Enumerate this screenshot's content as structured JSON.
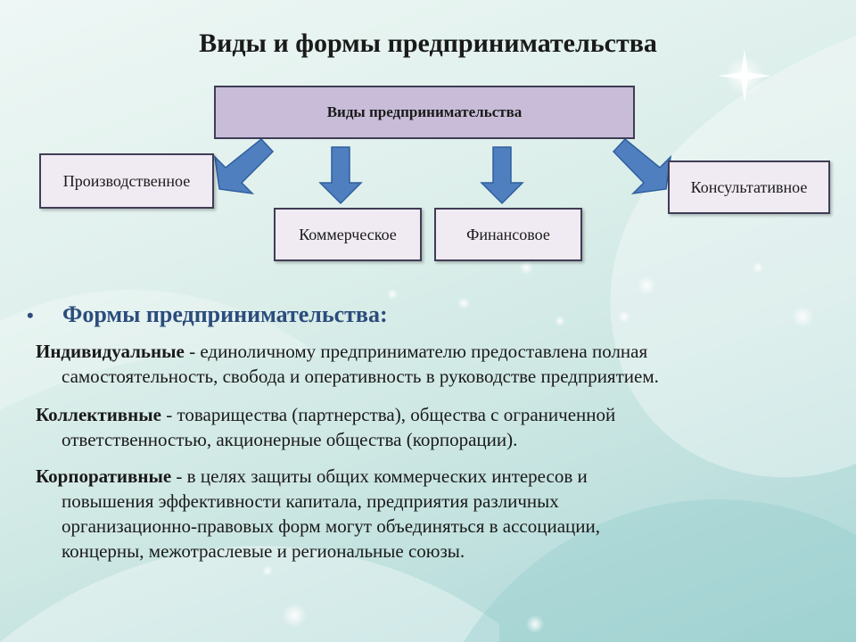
{
  "title": "Виды и формы предпринимательства",
  "diagram": {
    "root": "Виды предпринимательства",
    "kinds": [
      "Производственное",
      "Коммерческое",
      "Финансовое",
      "Консультативное"
    ]
  },
  "forms": {
    "heading": "Формы предпринимательства:",
    "items": [
      {
        "term": "Индивидуальные",
        "line1": " - единоличному предпринимателю предоставлена полная",
        "rest": [
          "самостоятельность, свобода и оперативность в руководстве предприятием."
        ]
      },
      {
        "term": "Коллективные",
        "line1": " - товарищества (партнерства), общества с ограниченной",
        "rest": [
          "ответственностью, акционерные общества (корпорации)."
        ]
      },
      {
        "term": "Корпоративные",
        "line1": " - в целях защиты общих коммерческих интересов и",
        "rest": [
          "повышения эффективности капитала, предприятия различных",
          "организационно-правовых форм могут объединяться в ассоциации,",
          "концерны, межотраслевые и региональные союзы."
        ]
      }
    ]
  },
  "colors": {
    "root_fill": "#c8bcd8",
    "box_fill": "#f0eaf2",
    "arrow_fill": "#4f7fbf",
    "heading_color": "#2c4c7c"
  }
}
